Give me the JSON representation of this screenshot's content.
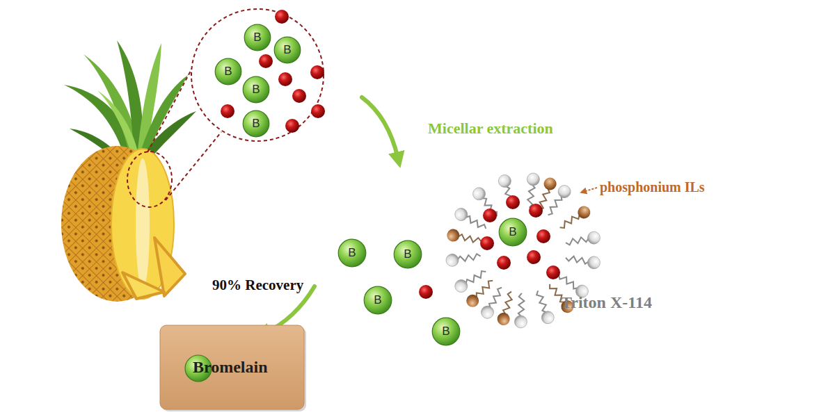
{
  "diagram": {
    "nodes": [
      {
        "text": [
          "B"
        ]
      },
      {
        "text": [
          "B"
        ]
      },
      {
        "text": [
          "B"
        ]
      },
      {
        "text": [
          "B"
        ]
      },
      {
        "text": [
          "B"
        ]
      },
      {
        "text": [
          "B"
        ]
      },
      {
        "text": [
          "B"
        ]
      },
      {
        "text": [
          "B"
        ]
      },
      {
        "text": [
          "B"
        ]
      },
      {
        "text": [
          "B"
        ]
      },
      {
        "text": [
          "Bromelain"
        ]
      }
    ],
    "labels": [
      "Micellar extraction",
      "phosphonium ILs",
      "Triton X-114",
      "90% Recovery"
    ]
  }
}
